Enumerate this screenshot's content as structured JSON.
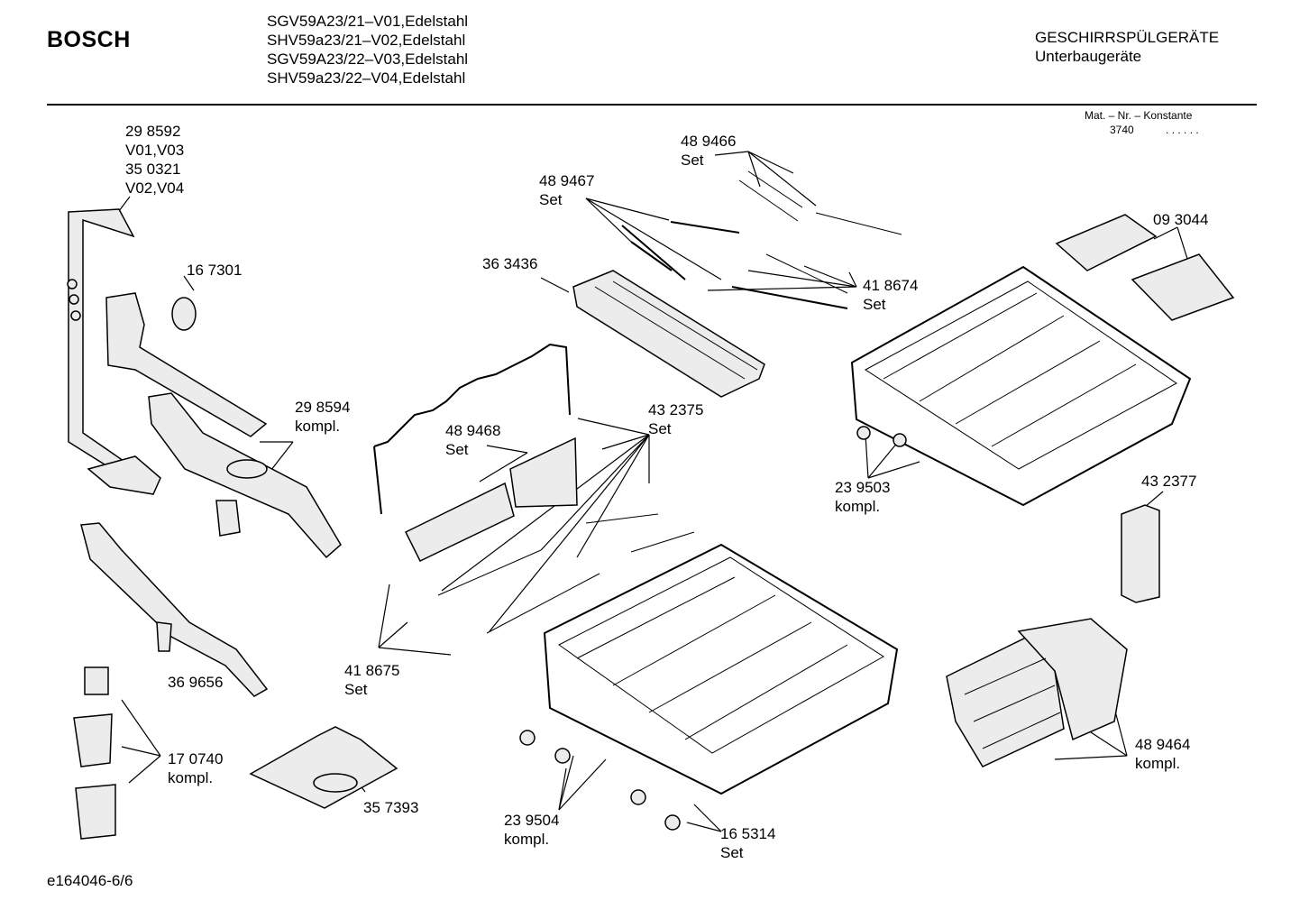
{
  "header": {
    "brand": "BOSCH",
    "models": [
      "SGV59A23/21–V01,Edelstahl",
      "SHV59a23/21–V02,Edelstahl",
      "SGV59A23/22–V03,Edelstahl",
      "SHV59a23/22–V04,Edelstahl"
    ],
    "category": "GESCHIRRSPÜLGERÄTE",
    "subcategory": "Unterbaugeräte",
    "mat_nr_label": "Mat. – Nr. – Konstante",
    "mat_nr_value": "3740",
    "mat_nr_dots": ". .   . . . ."
  },
  "labels": {
    "p298592": [
      "29 8592",
      "V01,V03",
      "35 0321",
      "V02,V04"
    ],
    "p167301": "16 7301",
    "p298594": [
      "29 8594",
      "kompl."
    ],
    "p369656": "36 9656",
    "p170740": [
      "17 0740",
      "kompl."
    ],
    "p357393": "35 7393",
    "p489466": [
      "48 9466",
      "Set"
    ],
    "p489467": [
      "48 9467",
      "Set"
    ],
    "p363436": "36 3436",
    "p418674": [
      "41 8674",
      "Set"
    ],
    "p489468": [
      "48 9468",
      "Set"
    ],
    "p432375": [
      "43 2375",
      "Set"
    ],
    "p418675": [
      "41 8675",
      "Set"
    ],
    "p239504": [
      "23 9504",
      "kompl."
    ],
    "p165314": [
      "16 5314",
      "Set"
    ],
    "p093044": "09 3044",
    "p239503": [
      "23 9503",
      "kompl."
    ],
    "p432377": "43 2377",
    "p489464": [
      "48 9464",
      "kompl."
    ]
  },
  "footer": {
    "doc_id": "e164046-6/6"
  }
}
